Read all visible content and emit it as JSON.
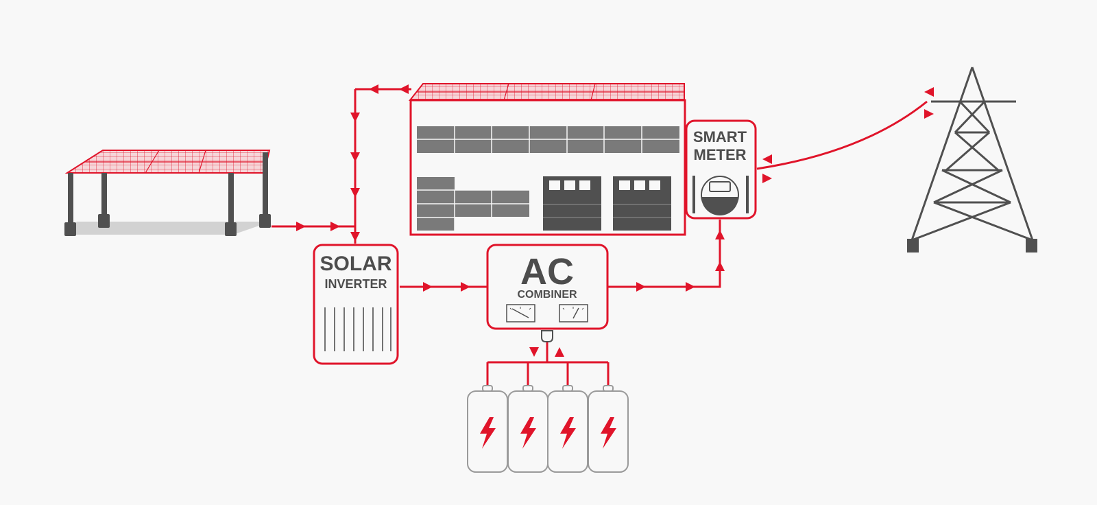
{
  "colors": {
    "background": "#f8f8f8",
    "flow_red": "#e0142a",
    "dark_gray": "#505050",
    "mid_gray": "#7a7a7a",
    "panel_fill": "#f6d6d9",
    "shadow": "#d2d2d2",
    "battery_outline": "#9a9a9a"
  },
  "components": {
    "solar_inverter": {
      "line1": "SOLAR",
      "line2": "INVERTER"
    },
    "ac_combiner": {
      "line1": "AC",
      "line2": "COMBINER"
    },
    "smart_meter": {
      "line1": "SMART",
      "line2": "METER"
    }
  },
  "icons": [
    "solar-carport-icon",
    "building-rooftop-solar-icon",
    "transmission-tower-icon",
    "battery-icon",
    "lightning-bolt-icon",
    "meter-dial-icon",
    "gauge-icon",
    "flow-arrow-icon"
  ]
}
